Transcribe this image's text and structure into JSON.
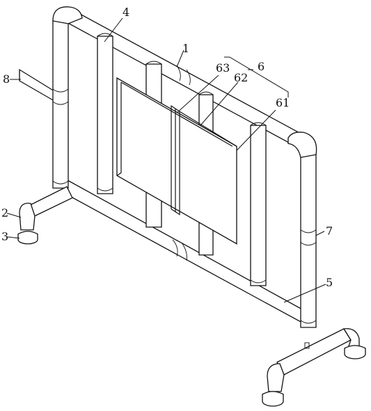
{
  "labels": {
    "l4": "4",
    "l1": "1",
    "l6": "6",
    "l63": "63",
    "l62": "62",
    "l61": "61",
    "l8": "8",
    "l2": "2",
    "l3": "3",
    "l7": "7",
    "l5": "5"
  },
  "colors": {
    "line": "#111111",
    "background": "#ffffff"
  }
}
